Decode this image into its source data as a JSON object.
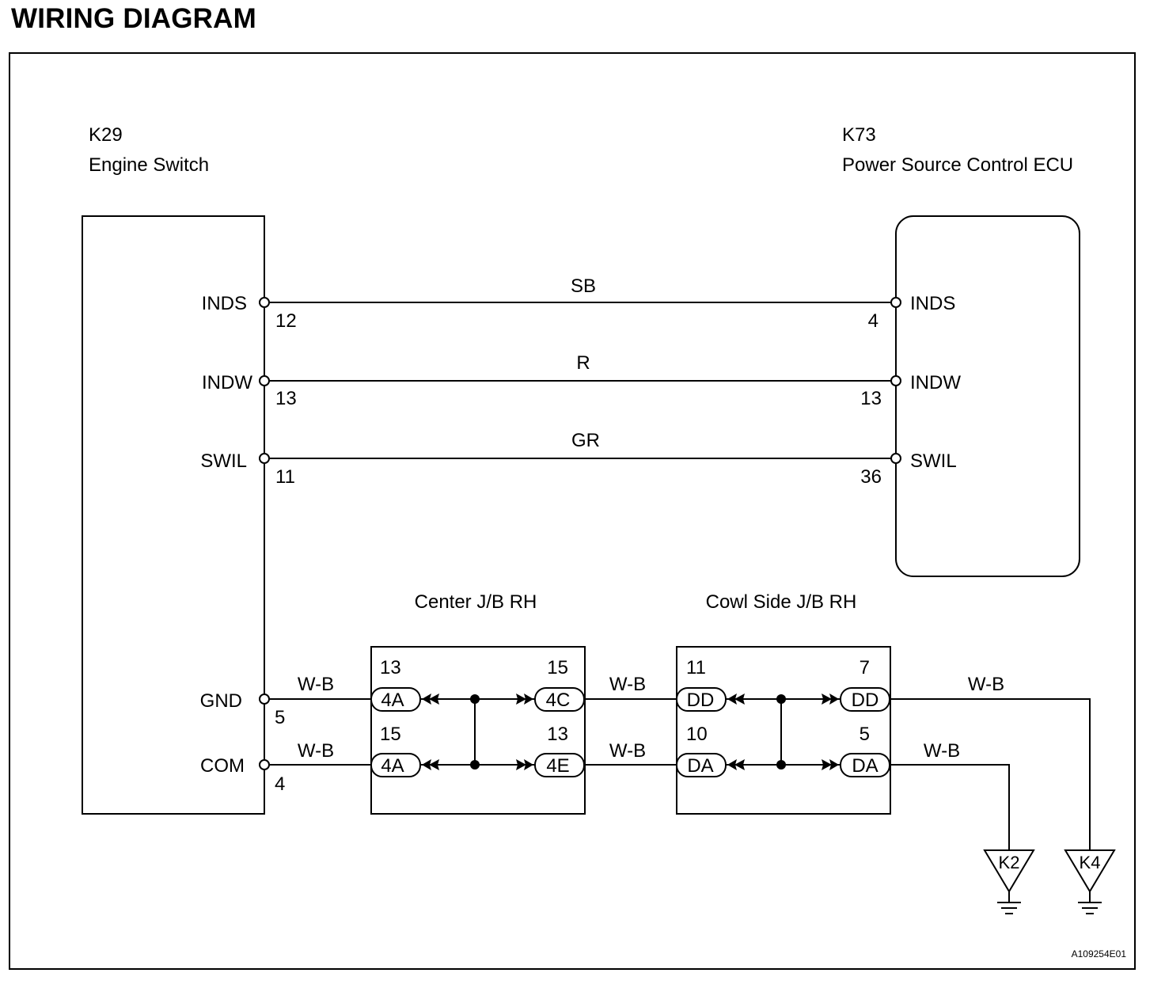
{
  "title": "WIRING DIAGRAM",
  "components": {
    "engine_switch": {
      "id": "K29",
      "name": "Engine Switch"
    },
    "ecu": {
      "id": "K73",
      "name": "Power Source Control ECU"
    },
    "center_jb": {
      "name": "Center J/B RH"
    },
    "cowl_jb": {
      "name": "Cowl Side J/B RH"
    }
  },
  "terminals_left": [
    {
      "name": "INDS",
      "pin": "12"
    },
    {
      "name": "INDW",
      "pin": "13"
    },
    {
      "name": "SWIL",
      "pin": "11"
    },
    {
      "name": "GND",
      "pin": "5"
    },
    {
      "name": "COM",
      "pin": "4"
    }
  ],
  "terminals_right": [
    {
      "name": "INDS",
      "pin": "4"
    },
    {
      "name": "INDW",
      "pin": "13"
    },
    {
      "name": "SWIL",
      "pin": "36"
    }
  ],
  "wires": {
    "inds": "SB",
    "indw": "R",
    "swil": "GR",
    "gnd_a": "W-B",
    "com_a": "W-B",
    "gnd_b": "W-B",
    "com_b": "W-B",
    "gnd_c": "W-B",
    "com_c": "W-B"
  },
  "center_connectors": {
    "top_left": {
      "code": "4A",
      "pin": "13"
    },
    "top_right": {
      "code": "4C",
      "pin": "15"
    },
    "bottom_left": {
      "code": "4A",
      "pin": "15"
    },
    "bottom_right": {
      "code": "4E",
      "pin": "13"
    }
  },
  "cowl_connectors": {
    "top_left": {
      "code": "DD",
      "pin": "11"
    },
    "top_right": {
      "code": "DD",
      "pin": "7"
    },
    "bottom_left": {
      "code": "DA",
      "pin": "10"
    },
    "bottom_right": {
      "code": "DA",
      "pin": "5"
    }
  },
  "grounds": [
    "K2",
    "K4"
  ],
  "figure_code": "A109254E01"
}
